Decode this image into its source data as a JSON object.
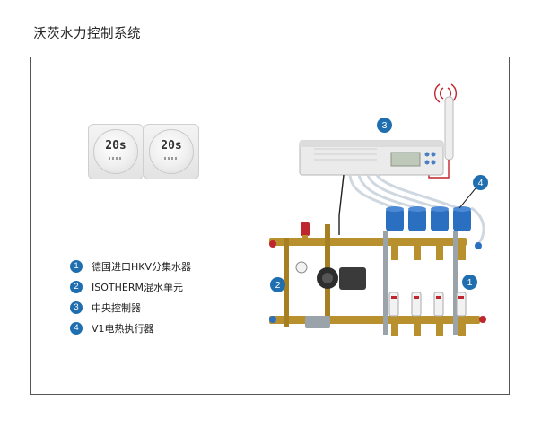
{
  "page": {
    "title": "沃茨水力控制系统"
  },
  "thermostats": [
    {
      "reading": "20s"
    },
    {
      "reading": "20s"
    }
  ],
  "legend": [
    {
      "number": "1",
      "label": "德国进口HKV分集水器"
    },
    {
      "number": "2",
      "label": "ISOTHERM混水单元"
    },
    {
      "number": "3",
      "label": "中央控制器"
    },
    {
      "number": "4",
      "label": "V1电热执行器"
    }
  ],
  "callouts": {
    "controller": "3",
    "actuator": "4",
    "mixing_unit": "2",
    "manifold": "1"
  },
  "colors": {
    "badge": "#1f6fb0",
    "brass": "#b8912e",
    "pipe_red": "#c0262d",
    "actuator_blue": "#2a6fc0"
  }
}
